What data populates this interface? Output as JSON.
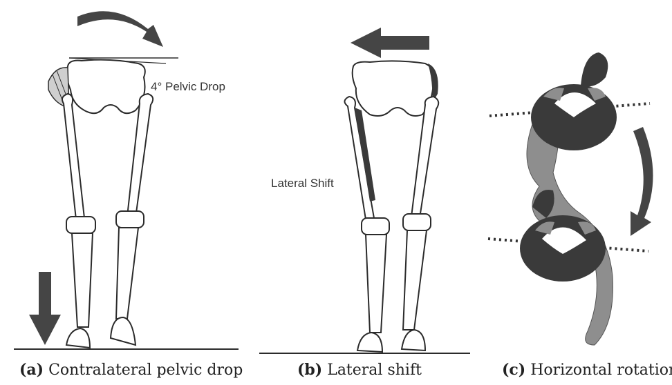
{
  "panels": [
    {
      "label": "(a)",
      "caption": "Contralateral pelvic drop",
      "annotation": "4° Pelvic Drop"
    },
    {
      "label": "(b)",
      "caption": "Lateral shift",
      "annotation": "Lateral Shift"
    },
    {
      "label": "(c)",
      "caption": "Horizontal rotation",
      "annotation": ""
    }
  ],
  "colors": {
    "bone_outline": "#2b2b2b",
    "arrow": "#454545",
    "muscle_dark": "#3a3a3a",
    "muscle_gray": "#8e8e8e",
    "background": "#ffffff"
  }
}
